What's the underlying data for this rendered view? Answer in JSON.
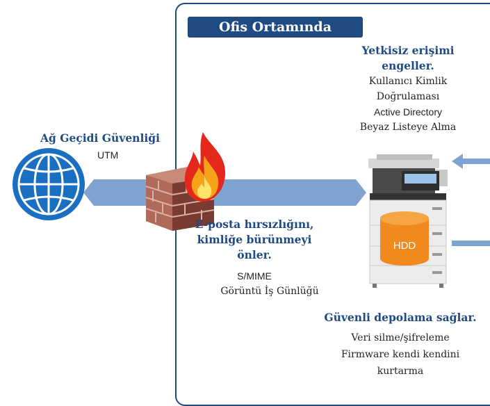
{
  "office": {
    "title": "Ofis Ortamında"
  },
  "gateway": {
    "heading": "Ağ Geçidi Güvenliği",
    "sub": "UTM"
  },
  "access": {
    "heading": [
      "Yetkisiz erişimi",
      "engeller."
    ],
    "lines": [
      "Kullanıcı Kimlik",
      "Doğrulaması",
      "Active Directory",
      "Beyaz Listeye Alma"
    ]
  },
  "email": {
    "heading": [
      "E-posta hırsızlığını,",
      "kimliğe bürünmeyi",
      "önler."
    ],
    "lines": [
      "S/MIME",
      "Görüntü İş Günlüğü"
    ]
  },
  "storage": {
    "heading": "Güvenli depolama sağlar.",
    "lines": [
      "Veri silme/şifreleme",
      "Firmware kendi kendini",
      "kurtarma"
    ]
  },
  "hdd": {
    "label": "HDD"
  },
  "colors": {
    "brand": "#1f4a82",
    "arrow": "#7fa4d1",
    "globe": "#1a6fc3",
    "hdd": "#f08a1c"
  },
  "icons": [
    "globe-icon",
    "firewall-icon",
    "fire-icon",
    "printer-icon",
    "hdd-icon"
  ]
}
